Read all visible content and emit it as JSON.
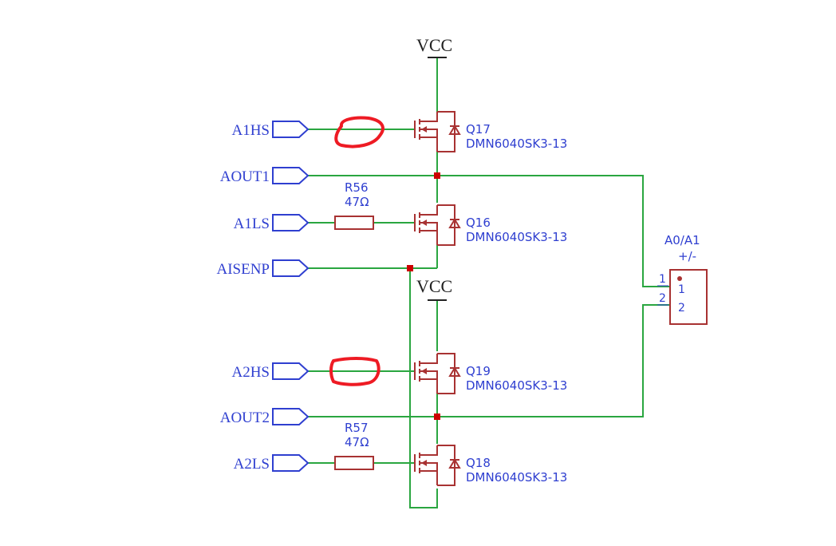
{
  "power": {
    "vcc_top": "VCC",
    "vcc_bottom": "VCC"
  },
  "ports": {
    "a1hs": "A1HS",
    "aout1": "AOUT1",
    "a1ls": "A1LS",
    "aisenp": "AISENP",
    "a2hs": "A2HS",
    "aout2": "AOUT2",
    "a2ls": "A2LS"
  },
  "resistors": {
    "r56": {
      "ref": "R56",
      "value": "47Ω"
    },
    "r57": {
      "ref": "R57",
      "value": "47Ω"
    }
  },
  "transistors": {
    "q17": {
      "ref": "Q17",
      "part": "DMN6040SK3-13"
    },
    "q16": {
      "ref": "Q16",
      "part": "DMN6040SK3-13"
    },
    "q19": {
      "ref": "Q19",
      "part": "DMN6040SK3-13"
    },
    "q18": {
      "ref": "Q18",
      "part": "DMN6040SK3-13"
    }
  },
  "connector": {
    "ref": "A0/A1",
    "label": "+/-",
    "pin1_outer": "1",
    "pin2_outer": "2",
    "pin1_inner": "1",
    "pin2_inner": "2"
  },
  "colors": {
    "wire": "#2aa640",
    "component": "#a83232",
    "net_label": "#2f3fd0",
    "junction": "#cc0000",
    "annotation": "#ee1b24"
  }
}
